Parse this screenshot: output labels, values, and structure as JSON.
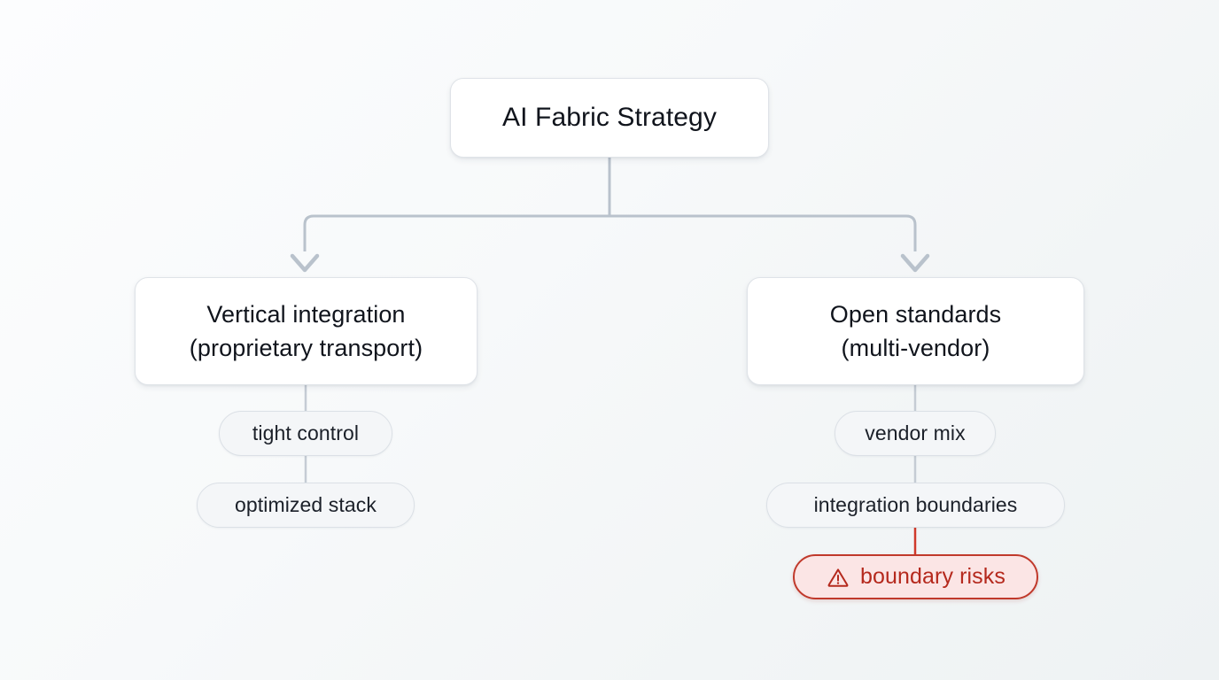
{
  "diagram": {
    "title_node": {
      "label": "AI Fabric Strategy"
    },
    "branches": [
      {
        "id": "vertical-integration",
        "line1": "Vertical integration",
        "line2": "(proprietary transport)",
        "leaves": [
          {
            "id": "tight-control",
            "label": "tight control"
          },
          {
            "id": "optimized-stack",
            "label": "optimized stack"
          }
        ]
      },
      {
        "id": "open-standards",
        "line1": "Open standards",
        "line2": "(multi-vendor)",
        "leaves": [
          {
            "id": "vendor-mix",
            "label": "vendor mix"
          },
          {
            "id": "integration-boundaries",
            "label": "integration boundaries"
          }
        ]
      }
    ],
    "alert_node": {
      "id": "boundary-risks",
      "icon": "warning-triangle-icon",
      "label": "boundary risks"
    },
    "colors": {
      "background_start": "#fcfdfe",
      "background_end": "#eef2f3",
      "node_fill": "#ffffff",
      "node_border": "#dfe3e8",
      "leaf_fill": "#f4f6f8",
      "leaf_border": "#dbe0e6",
      "text": "#10141c",
      "connector": "#b9c2cc",
      "alert_fill": "#fbe5e5",
      "alert_border": "#c0392b",
      "alert_text": "#b5291d",
      "alert_connector": "#d0392b"
    }
  }
}
